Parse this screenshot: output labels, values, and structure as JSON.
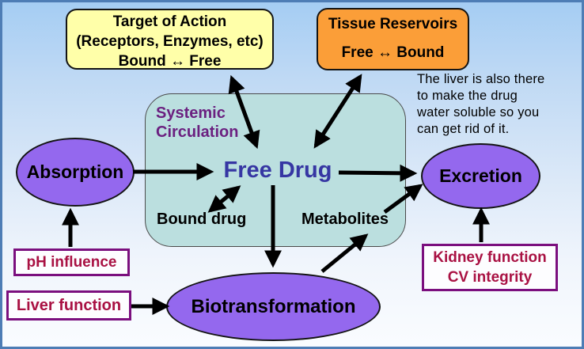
{
  "diagram": {
    "target_box": {
      "line1": "Target of Action",
      "line2": "(Receptors, Enzymes, etc)",
      "line3": "Bound ↔ Free"
    },
    "tissue_box": {
      "line1": "Tissue Reservoirs",
      "line2": "Free ↔ Bound"
    },
    "note": {
      "line1": "The liver is also there",
      "line2": "to make the drug",
      "line3": "water soluble so you",
      "line4": "can get rid of it."
    },
    "circulation": {
      "label_line1": "Systemic",
      "label_line2": "Circulation",
      "free_drug": "Free Drug",
      "bound_drug": "Bound drug",
      "metabolites": "Metabolites"
    },
    "ellipses": {
      "absorption": "Absorption",
      "excretion": "Excretion",
      "biotransformation": "Biotransformation"
    },
    "influence_boxes": {
      "ph": "pH influence",
      "liver": "Liver function",
      "kidney_line1": "Kidney function",
      "kidney_line2": "CV integrity"
    },
    "colors": {
      "frame_border": "#4E7DB5",
      "background_top": "#A5CDF3",
      "background_bottom": "#FAFCFF",
      "target_box_bg": "#FFFFA9",
      "tissue_box_bg": "#FB9E38",
      "circulation_bg": "#BBDFDF",
      "ellipse_fill": "#9468EE",
      "systemic_label_text": "#6B2080",
      "free_drug_text": "#3636A3",
      "influence_border": "#7B0F7E",
      "influence_text": "#A91143",
      "arrow_color": "#000000"
    }
  }
}
